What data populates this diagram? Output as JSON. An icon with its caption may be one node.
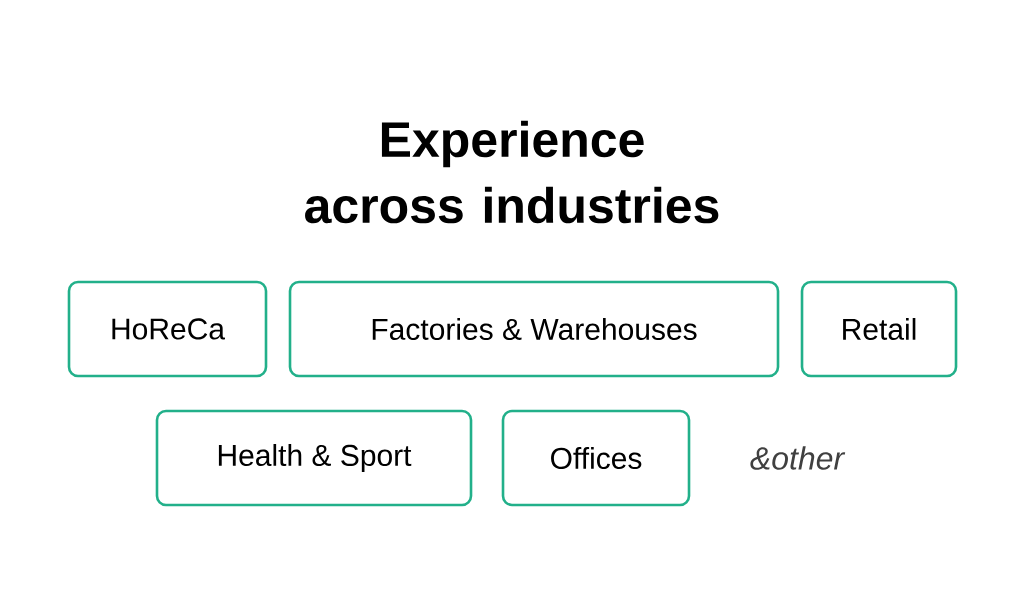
{
  "diagram": {
    "title": "Experience across industries",
    "nodes": [
      {
        "text": [
          "HoReCa"
        ]
      },
      {
        "text": [
          "Factories & Warehouses"
        ]
      },
      {
        "text": [
          "Retail"
        ]
      },
      {
        "text": [
          "Health & Sport"
        ]
      },
      {
        "text": [
          "Offices"
        ]
      }
    ],
    "labels": [
      "&other"
    ]
  }
}
